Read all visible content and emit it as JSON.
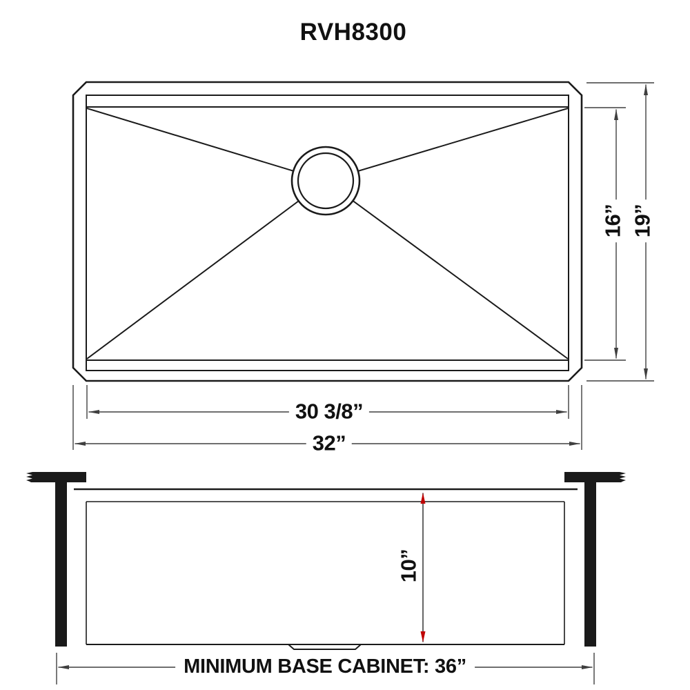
{
  "title": "RVH8300",
  "top_view": {
    "inner_width_label": "30 3/8”",
    "outer_width_label": "32”",
    "inner_depth_label": "16”",
    "outer_depth_label": "19”"
  },
  "side_view": {
    "bowl_depth_label": "10”",
    "base_cabinet_label": "MINIMUM BASE CABINET: 36”"
  },
  "colors": {
    "line": "#1a1a1a",
    "dim_line": "#3f3f3f",
    "accent_red": "#c00000",
    "text": "#111111",
    "bg": "#ffffff"
  }
}
